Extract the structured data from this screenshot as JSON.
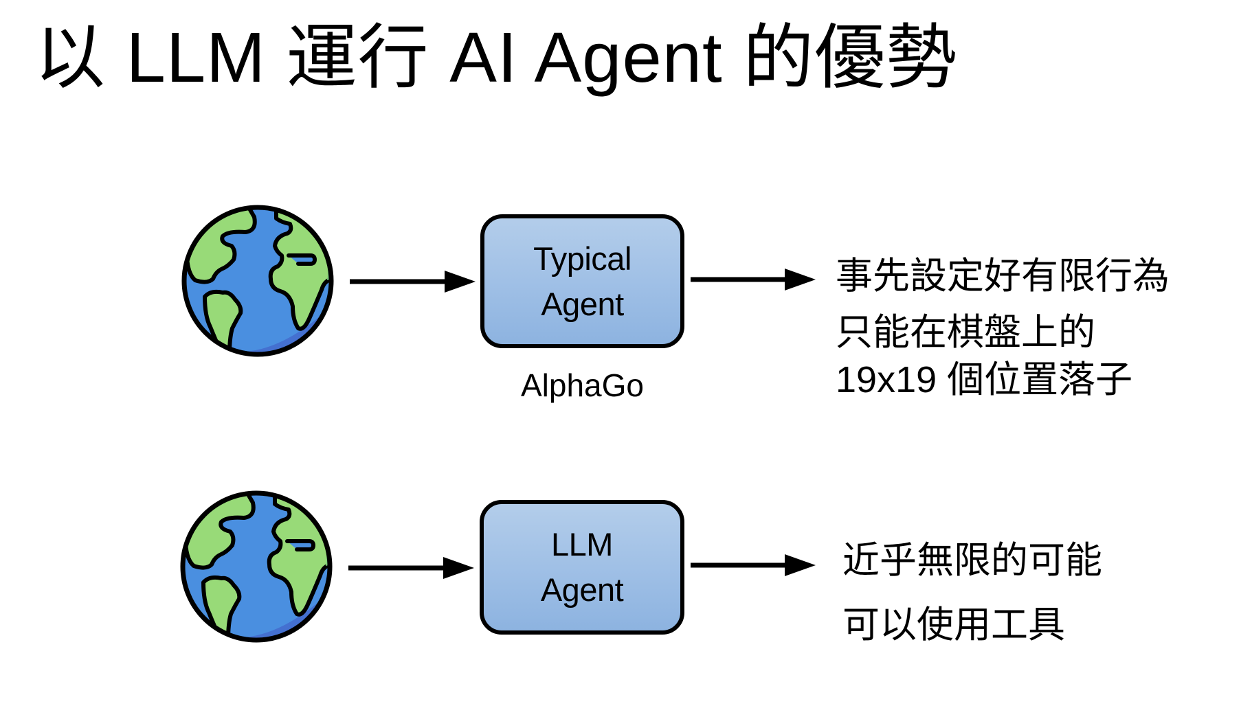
{
  "slide": {
    "title": "以 LLM 運行 AI Agent 的優勢"
  },
  "rows": [
    {
      "input_icon": "earth-globe-icon",
      "agent_box": {
        "line1": "Typical",
        "line2": "Agent"
      },
      "caption": "AlphaGo",
      "description": [
        "事先設定好有限行為",
        "只能在棋盤上的",
        "19x19 個位置落子"
      ]
    },
    {
      "input_icon": "earth-globe-icon",
      "agent_box": {
        "line1": "LLM",
        "line2": "Agent"
      },
      "caption": "",
      "description": [
        "近乎無限的可能",
        "可以使用工具"
      ]
    }
  ],
  "colors": {
    "box_fill_top": "#b3cdea",
    "box_fill_bottom": "#8db3e0",
    "ocean": "#4a8fe0",
    "ocean_shade": "#4470d0",
    "land": "#98da78",
    "land_shade": "#7ccf7c",
    "stroke": "#000000"
  }
}
